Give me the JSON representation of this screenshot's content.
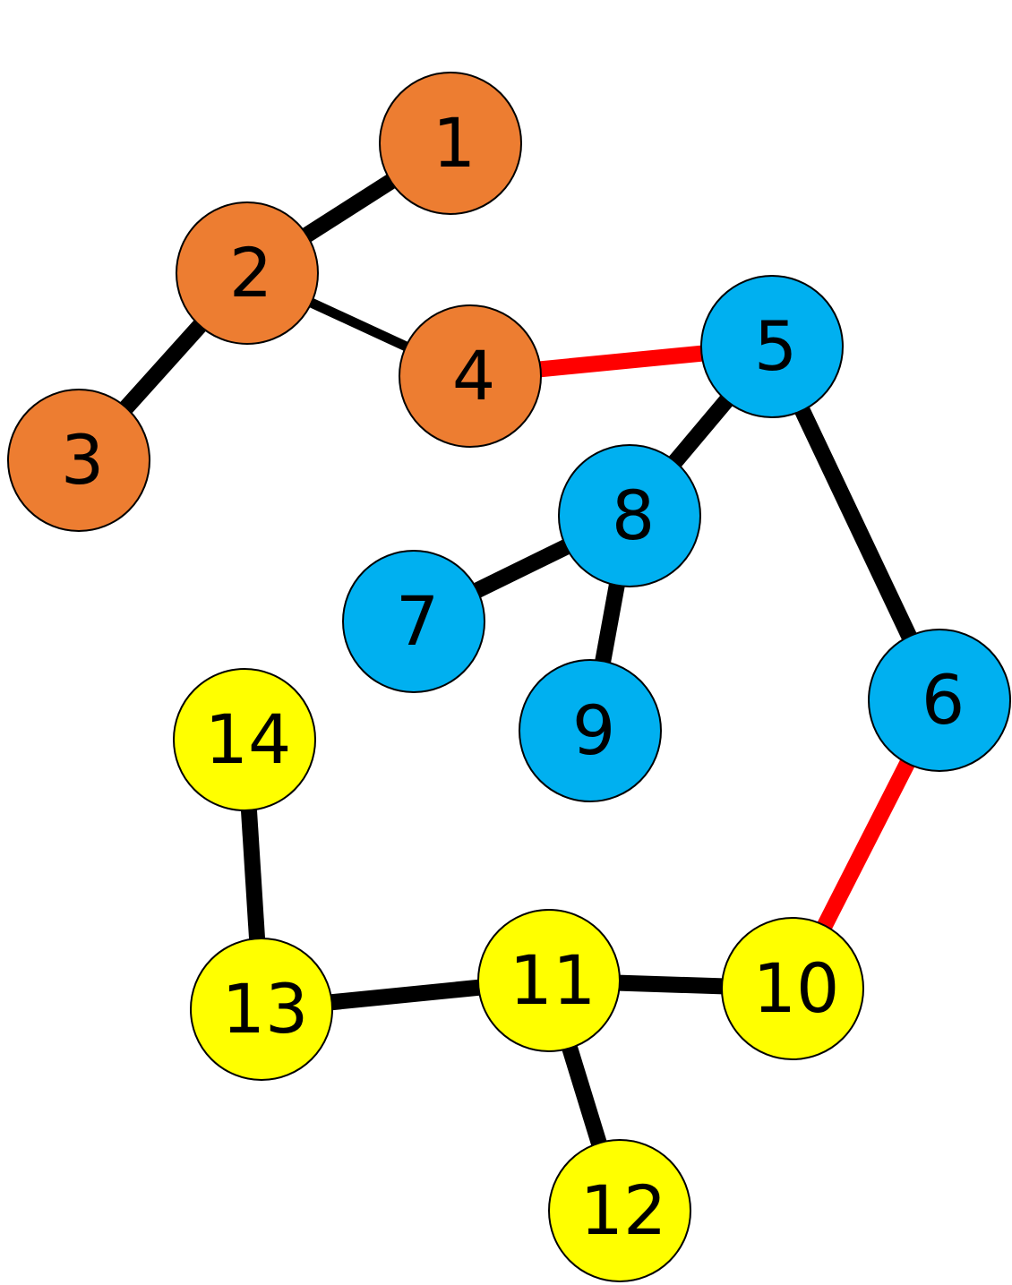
{
  "colors": {
    "edge": "#000000",
    "bridge_edge": "#ff0000",
    "node_outline": "#000000",
    "group_orange": "#ed7d31",
    "group_blue": "#00b0f0",
    "group_yellow": "#ffff00"
  },
  "nodes": [
    {
      "id": "n1",
      "label": "1",
      "group": "group_orange"
    },
    {
      "id": "n2",
      "label": "2",
      "group": "group_orange"
    },
    {
      "id": "n3",
      "label": "3",
      "group": "group_orange"
    },
    {
      "id": "n4",
      "label": "4",
      "group": "group_orange"
    },
    {
      "id": "n5",
      "label": "5",
      "group": "group_blue"
    },
    {
      "id": "n6",
      "label": "6",
      "group": "group_blue"
    },
    {
      "id": "n7",
      "label": "7",
      "group": "group_blue"
    },
    {
      "id": "n8",
      "label": "8",
      "group": "group_blue"
    },
    {
      "id": "n9",
      "label": "9",
      "group": "group_blue"
    },
    {
      "id": "n10",
      "label": "10",
      "group": "group_yellow"
    },
    {
      "id": "n11",
      "label": "11",
      "group": "group_yellow"
    },
    {
      "id": "n12",
      "label": "12",
      "group": "group_yellow"
    },
    {
      "id": "n13",
      "label": "13",
      "group": "group_yellow"
    },
    {
      "id": "n14",
      "label": "14",
      "group": "group_yellow"
    }
  ],
  "edges": [
    {
      "from": "n2",
      "to": "n1",
      "kind": "edge"
    },
    {
      "from": "n2",
      "to": "n3",
      "kind": "edge"
    },
    {
      "from": "n2",
      "to": "n4",
      "kind": "edge"
    },
    {
      "from": "n4",
      "to": "n5",
      "kind": "bridge_edge"
    },
    {
      "from": "n5",
      "to": "n8",
      "kind": "edge"
    },
    {
      "from": "n5",
      "to": "n6",
      "kind": "edge"
    },
    {
      "from": "n8",
      "to": "n7",
      "kind": "edge"
    },
    {
      "from": "n8",
      "to": "n9",
      "kind": "edge"
    },
    {
      "from": "n6",
      "to": "n10",
      "kind": "bridge_edge"
    },
    {
      "from": "n10",
      "to": "n11",
      "kind": "edge"
    },
    {
      "from": "n11",
      "to": "n13",
      "kind": "edge"
    },
    {
      "from": "n11",
      "to": "n12",
      "kind": "edge"
    },
    {
      "from": "n13",
      "to": "n14",
      "kind": "edge"
    }
  ]
}
